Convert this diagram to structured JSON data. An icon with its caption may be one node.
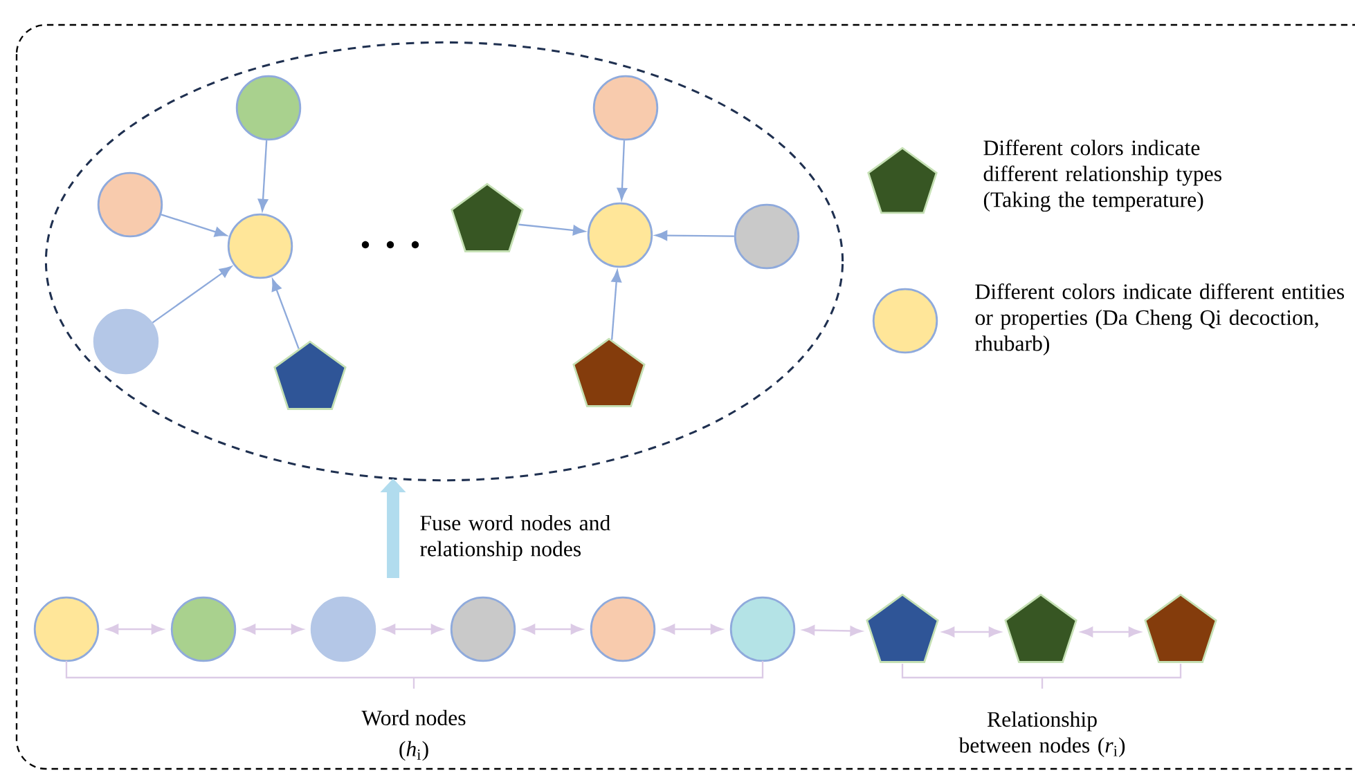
{
  "diagram": {
    "nodes": [
      {
        "text": [],
        "shape": "ellipse"
      },
      {
        "text": [],
        "shape": "circle",
        "in": 0
      },
      {
        "text": [],
        "shape": "circle",
        "in": 0
      },
      {
        "text": [],
        "shape": "circle",
        "in": 0
      },
      {
        "text": [],
        "shape": "circle",
        "in": 0
      },
      {
        "text": [],
        "shape": "pentagon",
        "in": 0
      },
      {
        "text": [],
        "shape": "circle",
        "in": 0
      },
      {
        "text": [],
        "shape": "pentagon",
        "in": 0
      },
      {
        "text": [],
        "shape": "circle",
        "in": 0
      },
      {
        "text": [],
        "shape": "circle",
        "in": 0
      },
      {
        "text": [],
        "shape": "pentagon",
        "in": 0
      },
      {
        "text": [],
        "shape": "circle"
      },
      {
        "text": [],
        "shape": "circle"
      },
      {
        "text": [],
        "shape": "circle"
      },
      {
        "text": [],
        "shape": "circle"
      },
      {
        "text": [],
        "shape": "circle"
      },
      {
        "text": [],
        "shape": "circle"
      },
      {
        "text": [],
        "shape": "pentagon"
      },
      {
        "text": [],
        "shape": "pentagon"
      },
      {
        "text": [],
        "shape": "pentagon"
      }
    ],
    "edges": [
      {
        "from": 1,
        "to": 3,
        "arrow": "to"
      },
      {
        "from": 2,
        "to": 3,
        "arrow": "to"
      },
      {
        "from": 4,
        "to": 3,
        "arrow": "to"
      },
      {
        "from": 5,
        "to": 3,
        "arrow": "to"
      },
      {
        "from": 6,
        "to": 8,
        "arrow": "to"
      },
      {
        "from": 7,
        "to": 8,
        "arrow": "to"
      },
      {
        "from": 9,
        "to": 8,
        "arrow": "to"
      },
      {
        "from": 10,
        "to": 8,
        "arrow": "to"
      },
      {
        "from": 11,
        "to": 12,
        "arrow": "both",
        "color": "#dccbe6"
      },
      {
        "from": 12,
        "to": 13,
        "arrow": "both",
        "color": "#dccbe6"
      },
      {
        "from": 13,
        "to": 14,
        "arrow": "both",
        "color": "#dccbe6"
      },
      {
        "from": 14,
        "to": 15,
        "arrow": "both",
        "color": "#dccbe6"
      },
      {
        "from": 15,
        "to": 16,
        "arrow": "both",
        "color": "#dccbe6"
      },
      {
        "from": 16,
        "to": 17,
        "arrow": "both",
        "color": "#dccbe6"
      },
      {
        "from": 17,
        "to": 18,
        "arrow": "both",
        "color": "#dccbe6"
      },
      {
        "from": 18,
        "to": 19,
        "arrow": "both",
        "color": "#dccbe6"
      },
      {
        "from": null,
        "to": 0,
        "arrow": "to",
        "style": "thick",
        "color": "#b1dcee",
        "label": "Fuse word nodes and relationship nodes"
      }
    ],
    "labels": [
      "Word nodes",
      "(*h*$_{i}$)",
      "Relationship between nodes (*r*$_{i}$)"
    ],
    "legend": [
      {
        "text": "Different colors indicate different relationship types (Taking the temperature)"
      },
      {
        "text": "Different colors indicate different entities or properties (Da Cheng Qi decoction, rhubarb)"
      }
    ]
  }
}
